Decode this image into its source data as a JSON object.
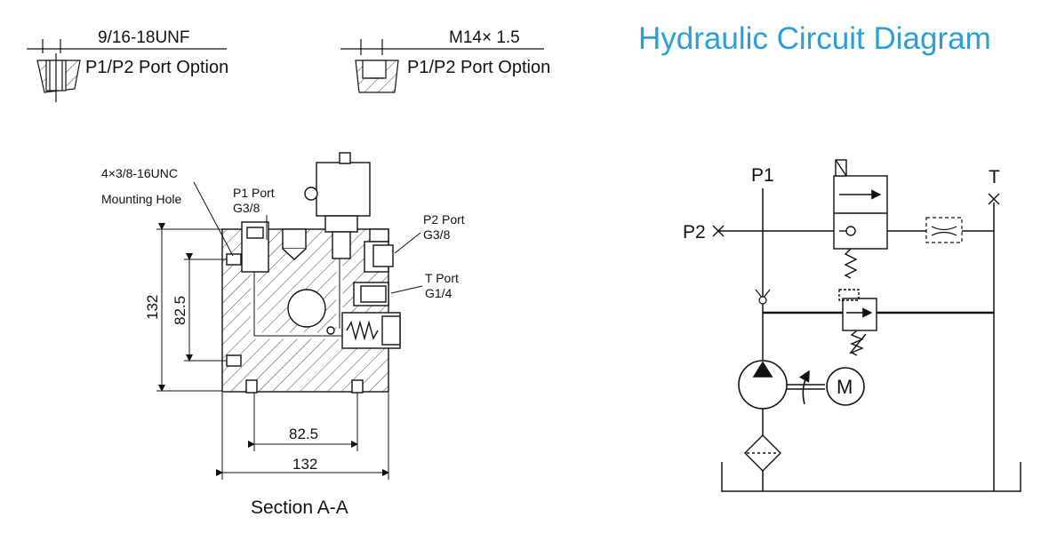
{
  "title": "Hydraulic Circuit Diagram",
  "port_options": {
    "left": {
      "thread": "9/16-18UNF",
      "label": "P1/P2 Port Option"
    },
    "right": {
      "thread": "M14× 1.5",
      "label": "P1/P2 Port Option"
    }
  },
  "section": {
    "caption": "Section A-A",
    "mounting_hole": {
      "spec": "4×3/8-16UNC",
      "label": "Mounting Hole"
    },
    "ports": {
      "p1": {
        "name": "P1 Port",
        "size": "G3/8"
      },
      "p2": {
        "name": "P2 Port",
        "size": "G3/8"
      },
      "t": {
        "name": "T Port",
        "size": "G1/4"
      }
    },
    "dimensions": {
      "height_outer": "132",
      "height_inner": "82.5",
      "width_inner": "82.5",
      "width_outer": "132"
    }
  },
  "circuit": {
    "labels": {
      "p1": "P1",
      "p2": "P2",
      "t": "T",
      "motor": "M"
    }
  },
  "colors": {
    "title": "#2a9fd6",
    "line": "#111111",
    "hatch": "#444444"
  }
}
